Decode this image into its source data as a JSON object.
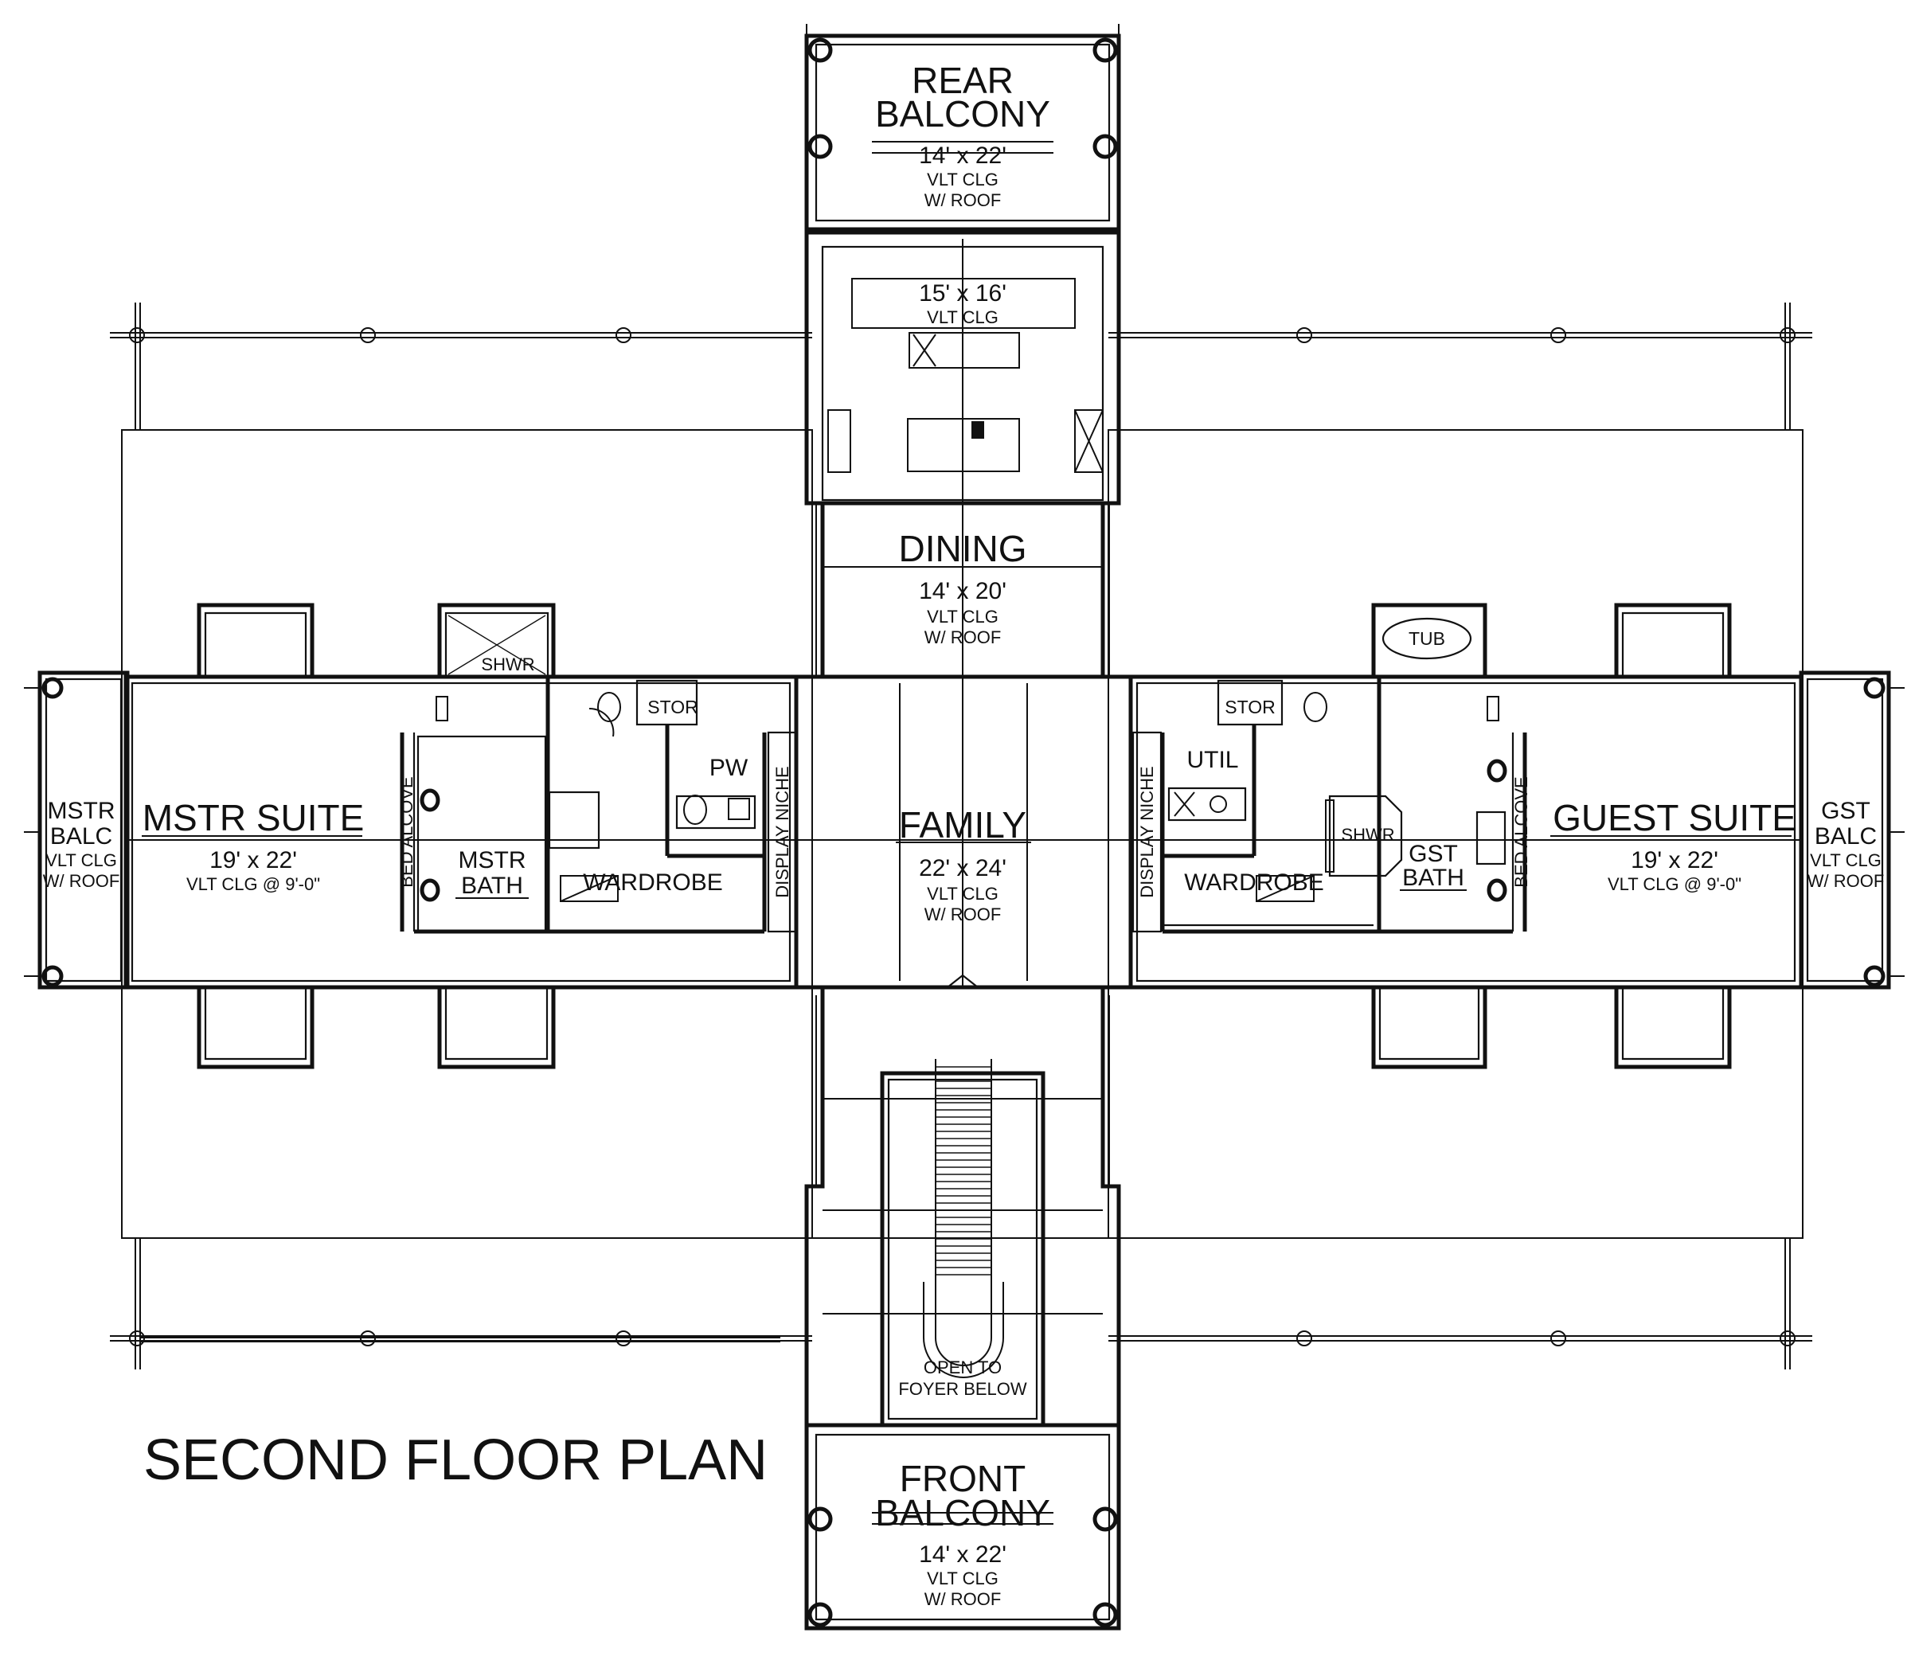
{
  "title": "SECOND FLOOR PLAN",
  "rooms": {
    "rear_balcony": {
      "name_l1": "REAR",
      "name_l2": "BALCONY",
      "dims": "14' x 22'",
      "note_l1": "VLT CLG",
      "note_l2": "W/ ROOF"
    },
    "kitchen": {
      "dims": "15' x 16'",
      "note_l1": "VLT CLG"
    },
    "dining": {
      "name": "DINING",
      "dims": "14' x 20'",
      "note_l1": "VLT CLG",
      "note_l2": "W/ ROOF"
    },
    "family": {
      "name": "FAMILY",
      "dims": "22' x 24'",
      "note_l1": "VLT CLG",
      "note_l2": "W/ ROOF"
    },
    "front_balcony": {
      "name_l1": "FRONT",
      "name_l2": "BALCONY",
      "dims": "14' x 22'",
      "note_l1": "VLT CLG",
      "note_l2": "W/ ROOF"
    },
    "stair_open": {
      "l1": "OPEN TO",
      "l2": "FOYER BELOW"
    },
    "mstr_suite": {
      "name": "MSTR SUITE",
      "dims": "19' x 22'",
      "note": "VLT CLG @ 9'-0\""
    },
    "guest_suite": {
      "name": "GUEST SUITE",
      "dims": "19' x 22'",
      "note": "VLT CLG @ 9'-0\""
    },
    "mstr_balc": {
      "l1": "MSTR",
      "l2": "BALC",
      "l3": "VLT CLG",
      "l4": "W/ ROOF"
    },
    "gst_balc": {
      "l1": "GST",
      "l2": "BALC",
      "l3": "VLT CLG",
      "l4": "W/ ROOF"
    },
    "mstr_bath": {
      "l1": "MSTR",
      "l2": "BATH"
    },
    "gst_bath": {
      "l1": "GST",
      "l2": "BATH"
    },
    "wardrobe_left": "WARDROBE",
    "wardrobe_right": "WARDROBE",
    "stor_left": "STOR",
    "stor_right": "STOR",
    "pw": "PW",
    "util": "UTIL",
    "shwr_left": "SHWR",
    "shwr_right": "SHWR",
    "tub": "TUB",
    "display_niche_left": "DISPLAY NICHE",
    "display_niche_right": "DISPLAY NICHE",
    "bed_alcove_left": "BED ALCOVE",
    "bed_alcove_right": "BED ALCOVE"
  }
}
